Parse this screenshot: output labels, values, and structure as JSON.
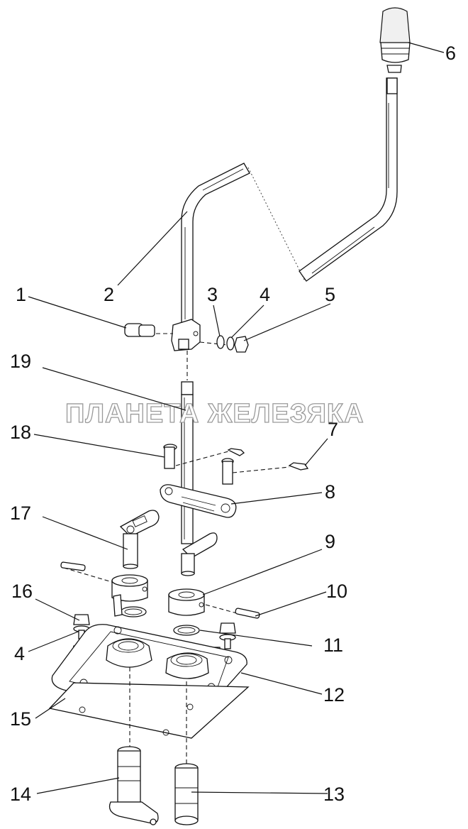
{
  "watermark": "ПЛАНЕТА ЖЕЛЕЗЯКА",
  "callouts": [
    "1",
    "2",
    "3",
    "4",
    "5",
    "6",
    "7",
    "8",
    "9",
    "10",
    "11",
    "12",
    "13",
    "14",
    "15",
    "16",
    "4",
    "17",
    "18",
    "19"
  ]
}
